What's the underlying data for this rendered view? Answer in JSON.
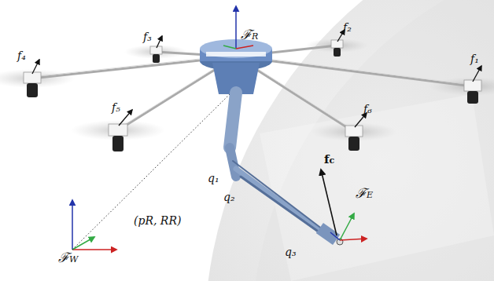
{
  "diagram": {
    "labels": [
      "f₄",
      "f₃",
      "f₂",
      "f₁",
      "f₅",
      "f₆",
      "ℱR",
      "q₁",
      "q₂",
      "q₃",
      "fc",
      "ℱE",
      "(pR, RR)",
      "ℱW"
    ]
  }
}
